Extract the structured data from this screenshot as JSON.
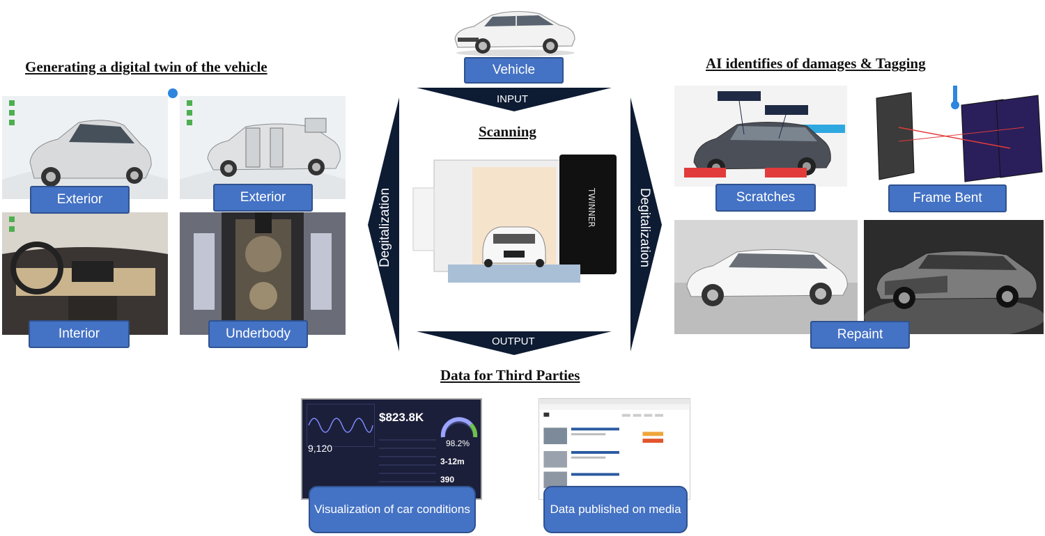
{
  "center": {
    "vehicle_label": "Vehicle",
    "input_label": "INPUT",
    "output_label": "OUTPUT",
    "scanning_title": "Scanning",
    "left_arrow_label": "Degitalization",
    "right_arrow_label": "Degitalization",
    "scanner_brand": "TWINNER"
  },
  "left_panel": {
    "title": "Generating a digital twin of the vehicle",
    "labels": [
      "Exterior",
      "Exterior",
      "Interior",
      "Underbody"
    ]
  },
  "right_panel": {
    "title": "AI identifies of damages & Tagging",
    "labels": [
      "Scratches",
      "Frame Bent",
      "Repaint"
    ]
  },
  "bottom_panel": {
    "title": "Data for Third Parties",
    "labels": [
      "Visualization of car conditions",
      "Data published on media"
    ],
    "dashboard": {
      "main_value": "$823.8K",
      "count_value": "9,120",
      "percent_value": "98.2%",
      "range_value": "3-12m",
      "small_value": "390"
    }
  },
  "colors": {
    "label_blue": "#4472c4",
    "arrow_navy": "#0d1b33"
  }
}
